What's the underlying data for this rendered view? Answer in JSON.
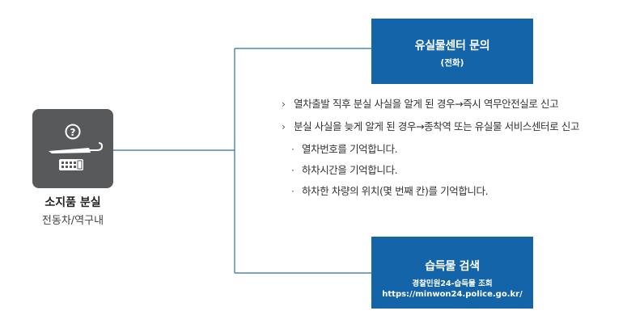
{
  "lost_item": {
    "title": "소지품 분실",
    "subtitle": "전동차/역구내",
    "icon": "umbrella-phone-question-icon"
  },
  "contact_box": {
    "title": "유실물센터 문의",
    "subtitle": "(전화)"
  },
  "instructions": [
    {
      "marker": "›",
      "text": "열차출발 직후 분실 사실을 알게 된 경우→즉시 역무안전실로 신고"
    },
    {
      "marker": "›",
      "text": "분실 사실을 늦게 알게 된 경우→종착역 또는 유실물 서비스센터로 신고"
    },
    {
      "marker": "·",
      "text": "열차번호를 기억합니다."
    },
    {
      "marker": "·",
      "text": "하차시간을 기억합니다."
    },
    {
      "marker": "·",
      "text": "하차한 차량의 위치(몇 번째 칸)를 기억합니다."
    }
  ],
  "search_box": {
    "title": "습득물 검색",
    "subtitle": "경찰민원24-습득물 조회",
    "url": "https://minwon24.police.go.kr/"
  },
  "colors": {
    "box_blue": "#1464aa",
    "tile_gray": "#58595b",
    "line_blue": "#2d6da8"
  }
}
